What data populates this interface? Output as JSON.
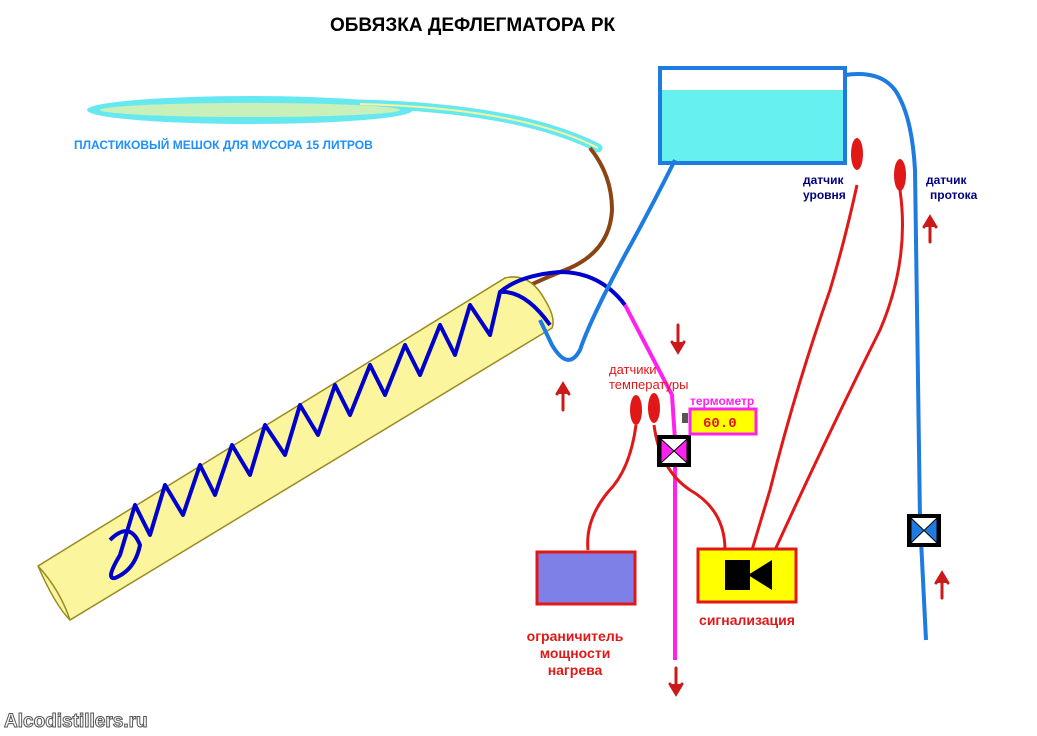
{
  "title": "ОБВЯЗКА ДЕФЛЕГМАТОРА  РК",
  "labels": {
    "bag": "ПЛАСТИКОВЫЙ  МЕШОК ДЛЯ МУСОРА 15 ЛИТРОВ",
    "level_sensor": [
      "датчик",
      "уровня"
    ],
    "flow_sensor": [
      "датчик",
      "протока"
    ],
    "temp_sensors": [
      "датчики",
      "температуры"
    ],
    "thermometer": "термометр",
    "thermometer_value": "60.0",
    "power_limiter": [
      "ограничитель",
      "мощности",
      "нагрева"
    ],
    "alarm": "сигнализация",
    "watermark": "Alcodistillers.ru"
  },
  "colors": {
    "bag": "#66e8f0",
    "tube_body": "#fbf59e",
    "coil": "#0000cc",
    "water_line": "#1e7be0",
    "drain_line": "#8b4513",
    "sensor_wire": "#e01818",
    "product_line": "#ff22ee",
    "tank_water": "#66f0f0",
    "power_box": "#7f7fe8",
    "alarm_box": "#ffff00",
    "arrow": "#cc1a1a",
    "text_blue": "#1e90ff",
    "text_dark_blue": "#00007f",
    "text_red": "#e01818"
  }
}
